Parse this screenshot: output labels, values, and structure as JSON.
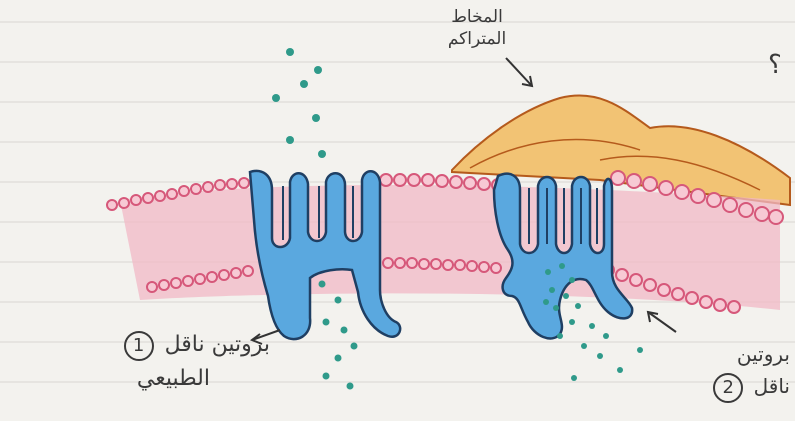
{
  "labels": {
    "mucus_line1": "المخاط",
    "mucus_line2": "المتراكم",
    "normal_protein_line1": "بروتين ناقل",
    "normal_protein_line2": "الطبيعي",
    "normal_number": "1",
    "defect_protein_line1": "بروتين",
    "defect_protein_line2": "ناقل",
    "defect_number": "2",
    "question_mark": "؟"
  },
  "colors": {
    "paper": "#f3f2ee",
    "ruling": "#d9d6d1",
    "membrane_pink": "#f2b8c6",
    "phospholipid_head": "#e07a95",
    "protein_blue": "#5aa8df",
    "protein_outline": "#1f3f63",
    "ion_dot": "#2f9a8a",
    "mucus_fill": "#f2c374",
    "mucus_outline": "#b55a1c"
  },
  "icons": {
    "arrow": "arrow-icon",
    "ion": "ion-dot-icon"
  }
}
